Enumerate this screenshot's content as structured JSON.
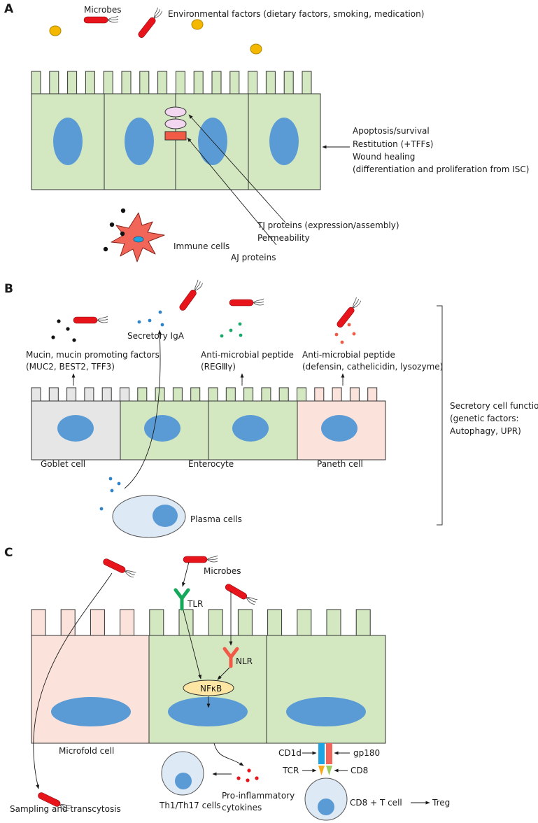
{
  "panels": {
    "a": {
      "letter": "A",
      "microbes": "Microbes",
      "environmental": "Environmental factors (dietary factors, smoking, medication)",
      "apoptosis": "Apoptosis/survival",
      "restitution": "Restitution (+TFFs)",
      "wound_healing": "Wound healing",
      "differentiation": "(differentiation and proliferation from ISC)",
      "tj_proteins": "TJ proteins (expression/assembly)",
      "permeability": "Permeability",
      "aj_proteins": "AJ proteins",
      "immune_cells": "Immune cells"
    },
    "b": {
      "letter": "B",
      "mucin": "Mucin, mucin promoting factors",
      "mucin_factors": "(MUC2, BEST2, TFF3)",
      "secretory_iga": "Secretory IgA",
      "amp_1": "Anti-microbial peptide",
      "reg3g": "(REGⅢγ)",
      "amp_2": "Anti-microbial peptide",
      "defensins": "(defensin, cathelicidin, lysozyme)",
      "goblet": "Goblet cell",
      "enterocyte": "Enterocyte",
      "paneth": "Paneth cell",
      "plasma": "Plasma cells",
      "secretory_function": "Secretory cell function",
      "genetic_factors": "(genetic factors:",
      "autophagy": "Autophagy, UPR)"
    },
    "c": {
      "letter": "C",
      "microbes": "Microbes",
      "tlr": "TLR",
      "nlr": "NLR",
      "nfkb": "NFκB",
      "microfold": "Microfold cell",
      "sampling": "Sampling and transcytosis",
      "th_cells": "Th1/Th17 cells",
      "proinflammatory": "Pro-inflammatory",
      "cytokines": "cytokines",
      "cd1d": "CD1d",
      "gp180": "gp180",
      "tcr": "TCR",
      "cd8": "CD8",
      "cd8_t_cell": "CD8 + T cell",
      "treg": "Treg"
    }
  },
  "colors": {
    "enterocyte_green": "#d3e8c1",
    "goblet_grey": "#e6e6e6",
    "paneth_pink": "#fbe2da",
    "nucleus_blue": "#5b9bd5",
    "microbe_red": "#e8141b",
    "tj_lilac": "#f3d6f0",
    "aj_red": "#f15a45",
    "immune_red": "#f2665a",
    "tlr_green": "#14a85a",
    "nlr_red": "#f05a46",
    "nfkb_yellow": "#fde6a3",
    "cd1d_blue": "#1ea4e0",
    "gp180_red": "#f2655a",
    "tcr_orange": "#f7a81b",
    "cd8_green": "#9ccc5a",
    "plasma_blue": "#dde9f5",
    "amp_green": "#1aa86a",
    "amp_red": "#f15a45",
    "particle_gold": "#f5b800"
  }
}
